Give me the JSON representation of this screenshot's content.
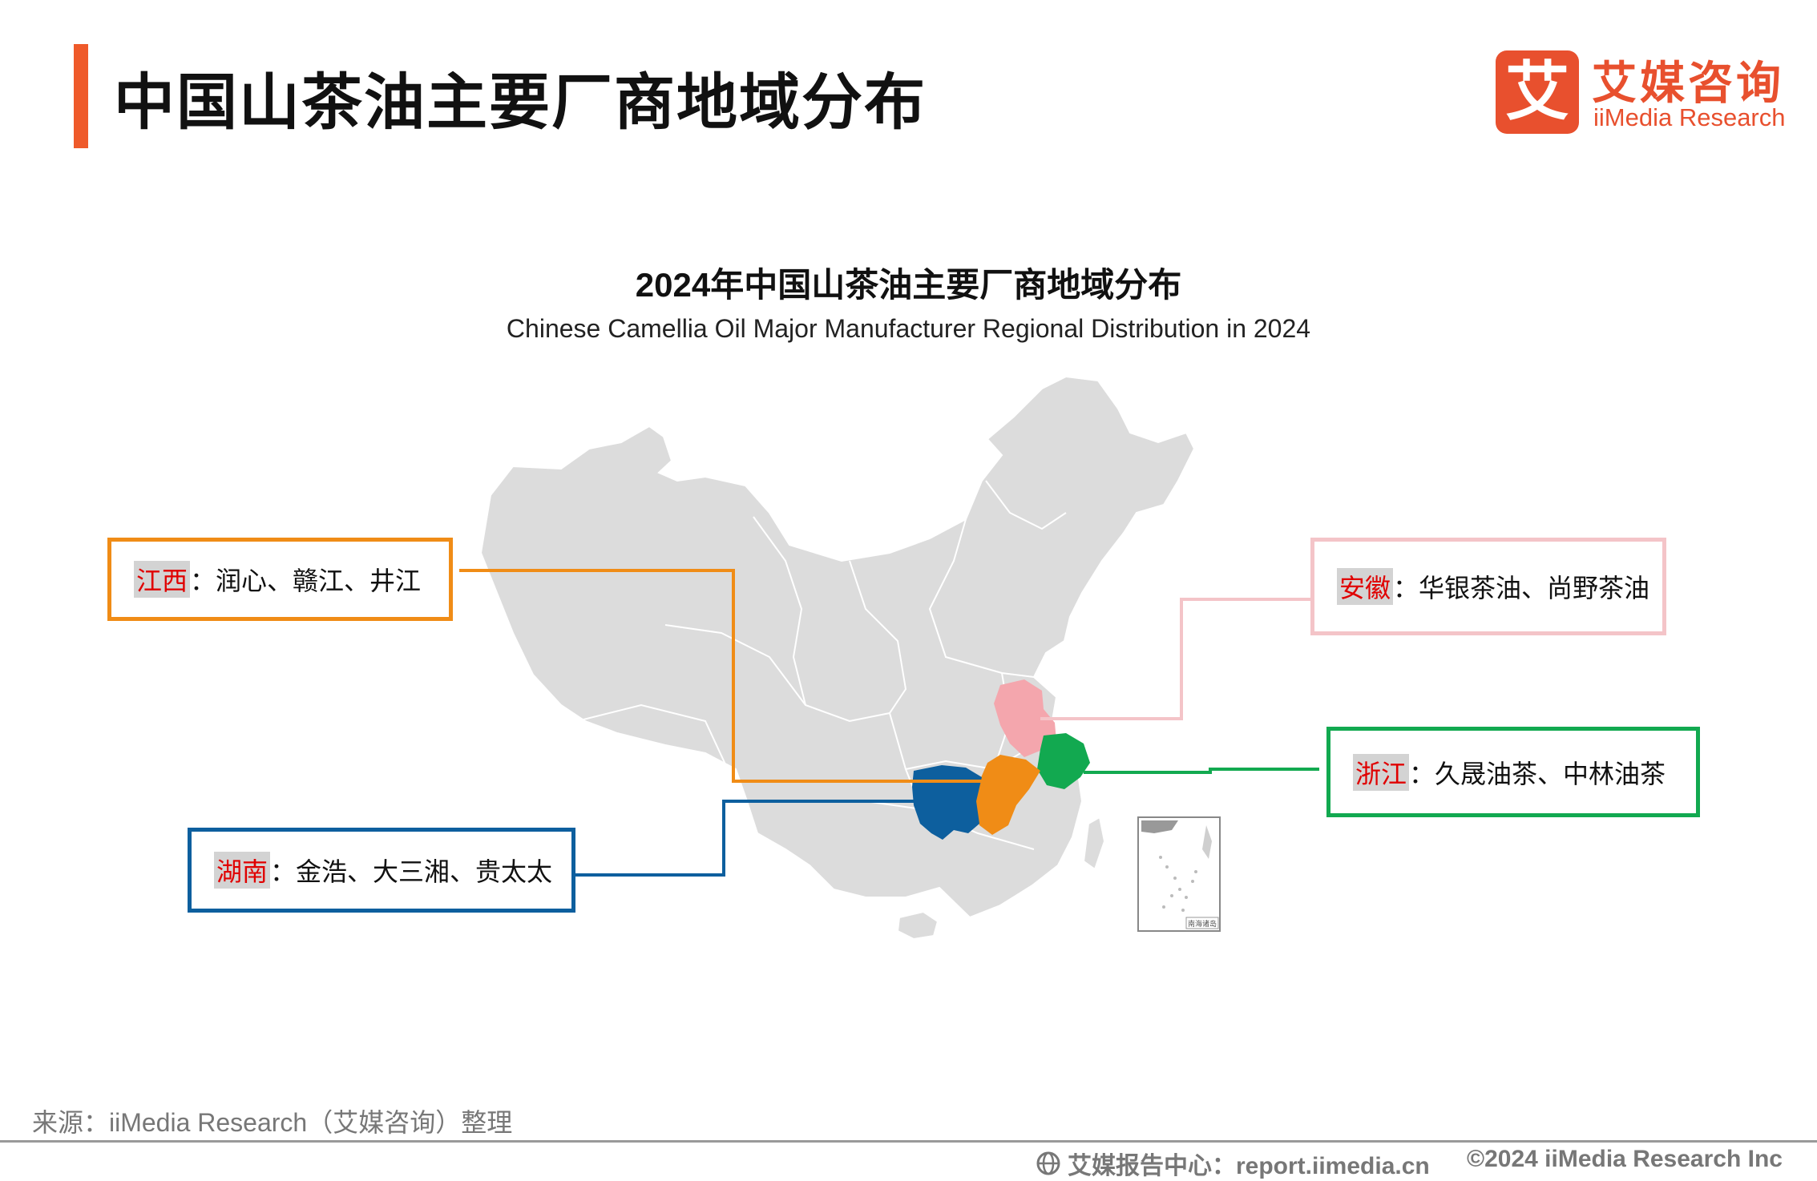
{
  "header": {
    "title": "中国山茶油主要厂商地域分布",
    "logo_mark": "艾",
    "logo_cn": "艾媒咨询",
    "logo_en": "iiMedia Research",
    "accent_color": "#ef5a2a"
  },
  "map": {
    "title": "2024年中国山茶油主要厂商地域分布",
    "subtitle": "Chinese Camellia Oil Major Manufacturer Regional Distribution in 2024",
    "base_color": "#dcdcdc",
    "inset_label": "南海诸岛",
    "regions": [
      {
        "id": "jiangxi",
        "province": "江西",
        "manufacturers": "润心、赣江、井江",
        "color": "#f08c16"
      },
      {
        "id": "anhui",
        "province": "安徽",
        "manufacturers": "华银茶油、尚野茶油",
        "color": "#f4a6ad"
      },
      {
        "id": "zhejiang",
        "province": "浙江",
        "manufacturers": "久晟油茶、中林油茶",
        "color": "#12a950"
      },
      {
        "id": "hunan",
        "province": "湖南",
        "manufacturers": "金浩、大三湘、贵太太",
        "color": "#0d5f9e"
      }
    ]
  },
  "footer": {
    "source": "来源：iiMedia Research（艾媒咨询）整理",
    "site": "艾媒报告中心：report.iimedia.cn",
    "copyright": "©2024  iiMedia Research  Inc",
    "globe_icon": "globe-icon"
  }
}
